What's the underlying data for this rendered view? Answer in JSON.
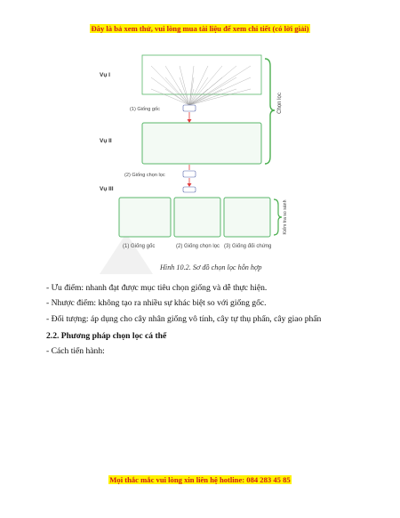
{
  "banner_top": "Đây là bả xem thử, vui lòng mua tài liệu để xem chi tiết (có lời giải)",
  "banner_bottom": "Mọi thắc mắc vui lòng xin liên hệ hotline: 084 283 45 85",
  "figure": {
    "season_1": "Vụ I",
    "season_2": "Vụ II",
    "season_3": "Vụ III",
    "label_original_1": "(1) Giống gốc",
    "label_selected_2": "(2) Giống chọn lọc",
    "label_selection": "Chọn lọc",
    "label_compare": "Kiểm tra so sánh",
    "bottom_label_1": "(1) Giống gốc",
    "bottom_label_2": "(2) Giống chọn lọc",
    "bottom_label_3": "(3) Giống đối chứng",
    "colors": {
      "box_border": "#58b76a",
      "box_fill": "#f3faf4",
      "plant_dark": "#3d4e9a",
      "plant_green": "#3aa655",
      "plant_magenta": "#e0268f",
      "arrow": "#e23b3b",
      "brace": "#4caf50"
    }
  },
  "caption": "Hình 10.2. Sơ đồ chọn lọc hỗn hợp",
  "text": {
    "line1": "- Ưu điểm: nhanh đạt được mục tiêu chọn giống và dễ thực hiện.",
    "line2": "- Nhược điểm: không tạo ra nhiều sự khác biệt so với giống gốc.",
    "line3": "- Đối tượng: áp dụng cho cây nhân giống vô tính, cây tự thụ phấn, cây giao phấn",
    "heading": "2.2. Phương pháp chọn lọc cá thể",
    "line4": "- Cách tiến hành:"
  }
}
